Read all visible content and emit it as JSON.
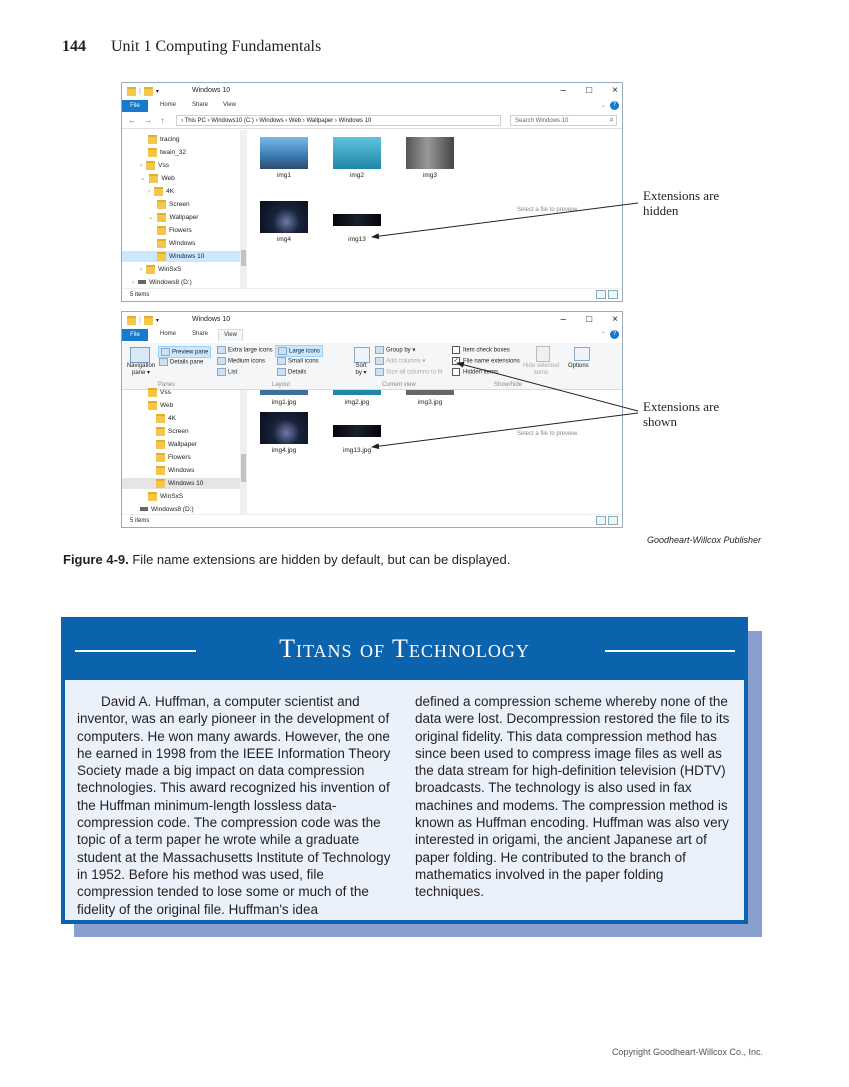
{
  "header": {
    "page_number": "144",
    "unit_title": "Unit 1  Computing Fundamentals"
  },
  "explorer": {
    "title": "Windows 10",
    "tabs": [
      "File",
      "Home",
      "Share",
      "View"
    ],
    "nav_arrows": "← → ↑",
    "address": "› This PC › Windows10 (C:) › Windows › Web › Wallpaper › Windows 10",
    "search_placeholder": "Search Windows 10",
    "tree1": [
      "tracing",
      "twain_32",
      "Vss",
      "Web",
      "4K",
      "Screen",
      "Wallpaper",
      "Flowers",
      "Windows",
      "Windows 10",
      "WinSxS",
      "Windows8 (D:)"
    ],
    "tree2": [
      "Vss",
      "Web",
      "4K",
      "Screen",
      "Wallpaper",
      "Flowers",
      "Windows",
      "Windows 10",
      "WinSxS",
      "Windows8 (D:)"
    ],
    "files_hidden": [
      "img1",
      "img2",
      "img3",
      "img4",
      "img13"
    ],
    "files_shown": [
      "img1.jpg",
      "img2.jpg",
      "img3.jpg",
      "img4.jpg",
      "img13.jpg"
    ],
    "preview_text": "Select a file to preview.",
    "status": "5 items",
    "ribbon": {
      "navigation_pane": "Navigation pane ▾",
      "preview_pane": "Preview pane",
      "details_pane": "Details pane",
      "panes": "Panes",
      "extra_large": "Extra large icons",
      "large": "Large icons",
      "medium": "Medium icons",
      "small": "Small icons",
      "list": "List",
      "details": "Details",
      "layout": "Layout",
      "sort_by": "Sort by ▾",
      "group_by": "Group by ▾",
      "add_columns": "Add columns ▾",
      "size_columns": "Size all columns to fit",
      "current_view": "Current view",
      "item_check": "Item check boxes",
      "file_ext": "File name extensions",
      "hidden_items": "Hidden items",
      "hide_selected": "Hide selected items",
      "options": "Options",
      "show_hide": "Show/hide"
    }
  },
  "callouts": {
    "hidden": "Extensions are hidden",
    "shown": "Extensions are shown"
  },
  "figure": {
    "credit": "Goodheart-Willcox Publisher",
    "label": "Figure 4-9.",
    "caption": " File name extensions are hidden by default, but can be displayed."
  },
  "sidebar": {
    "title": "Titans of Technology",
    "col1": "David A. Huffman, a computer scientist and inventor, was an early pioneer in the development of computers. He won many awards. However, the one he earned in 1998 from the IEEE Information Theory Society made a big impact on data compression technologies. This award recognized his invention of the Huffman minimum-length lossless data-compression code. The compression code was the topic of a term paper he wrote while a graduate student at the Massachusetts Institute of Technology in 1952. Before his method was used, file compression tended to lose some or much of the fidelity of the original file. Huffman's idea",
    "col2": "defined a compression scheme whereby none of the data were lost. Decompression restored the file to its original fidelity. This data compression method has since been used to compress image files as well as the data stream for high-definition television (HDTV) broadcasts. The technology is also used in fax machines and modems. The compression method is known as Huffman encoding. Huffman was also very interested in origami, the ancient Japanese art of paper folding. He contributed to the branch of mathematics involved in the paper folding techniques."
  },
  "footer": {
    "copyright": "Copyright Goodheart-Willcox Co., Inc."
  },
  "colors": {
    "accent": "#0b63ae",
    "shadow": "#8a9fd0",
    "box_bg": "#ebf1fb"
  }
}
